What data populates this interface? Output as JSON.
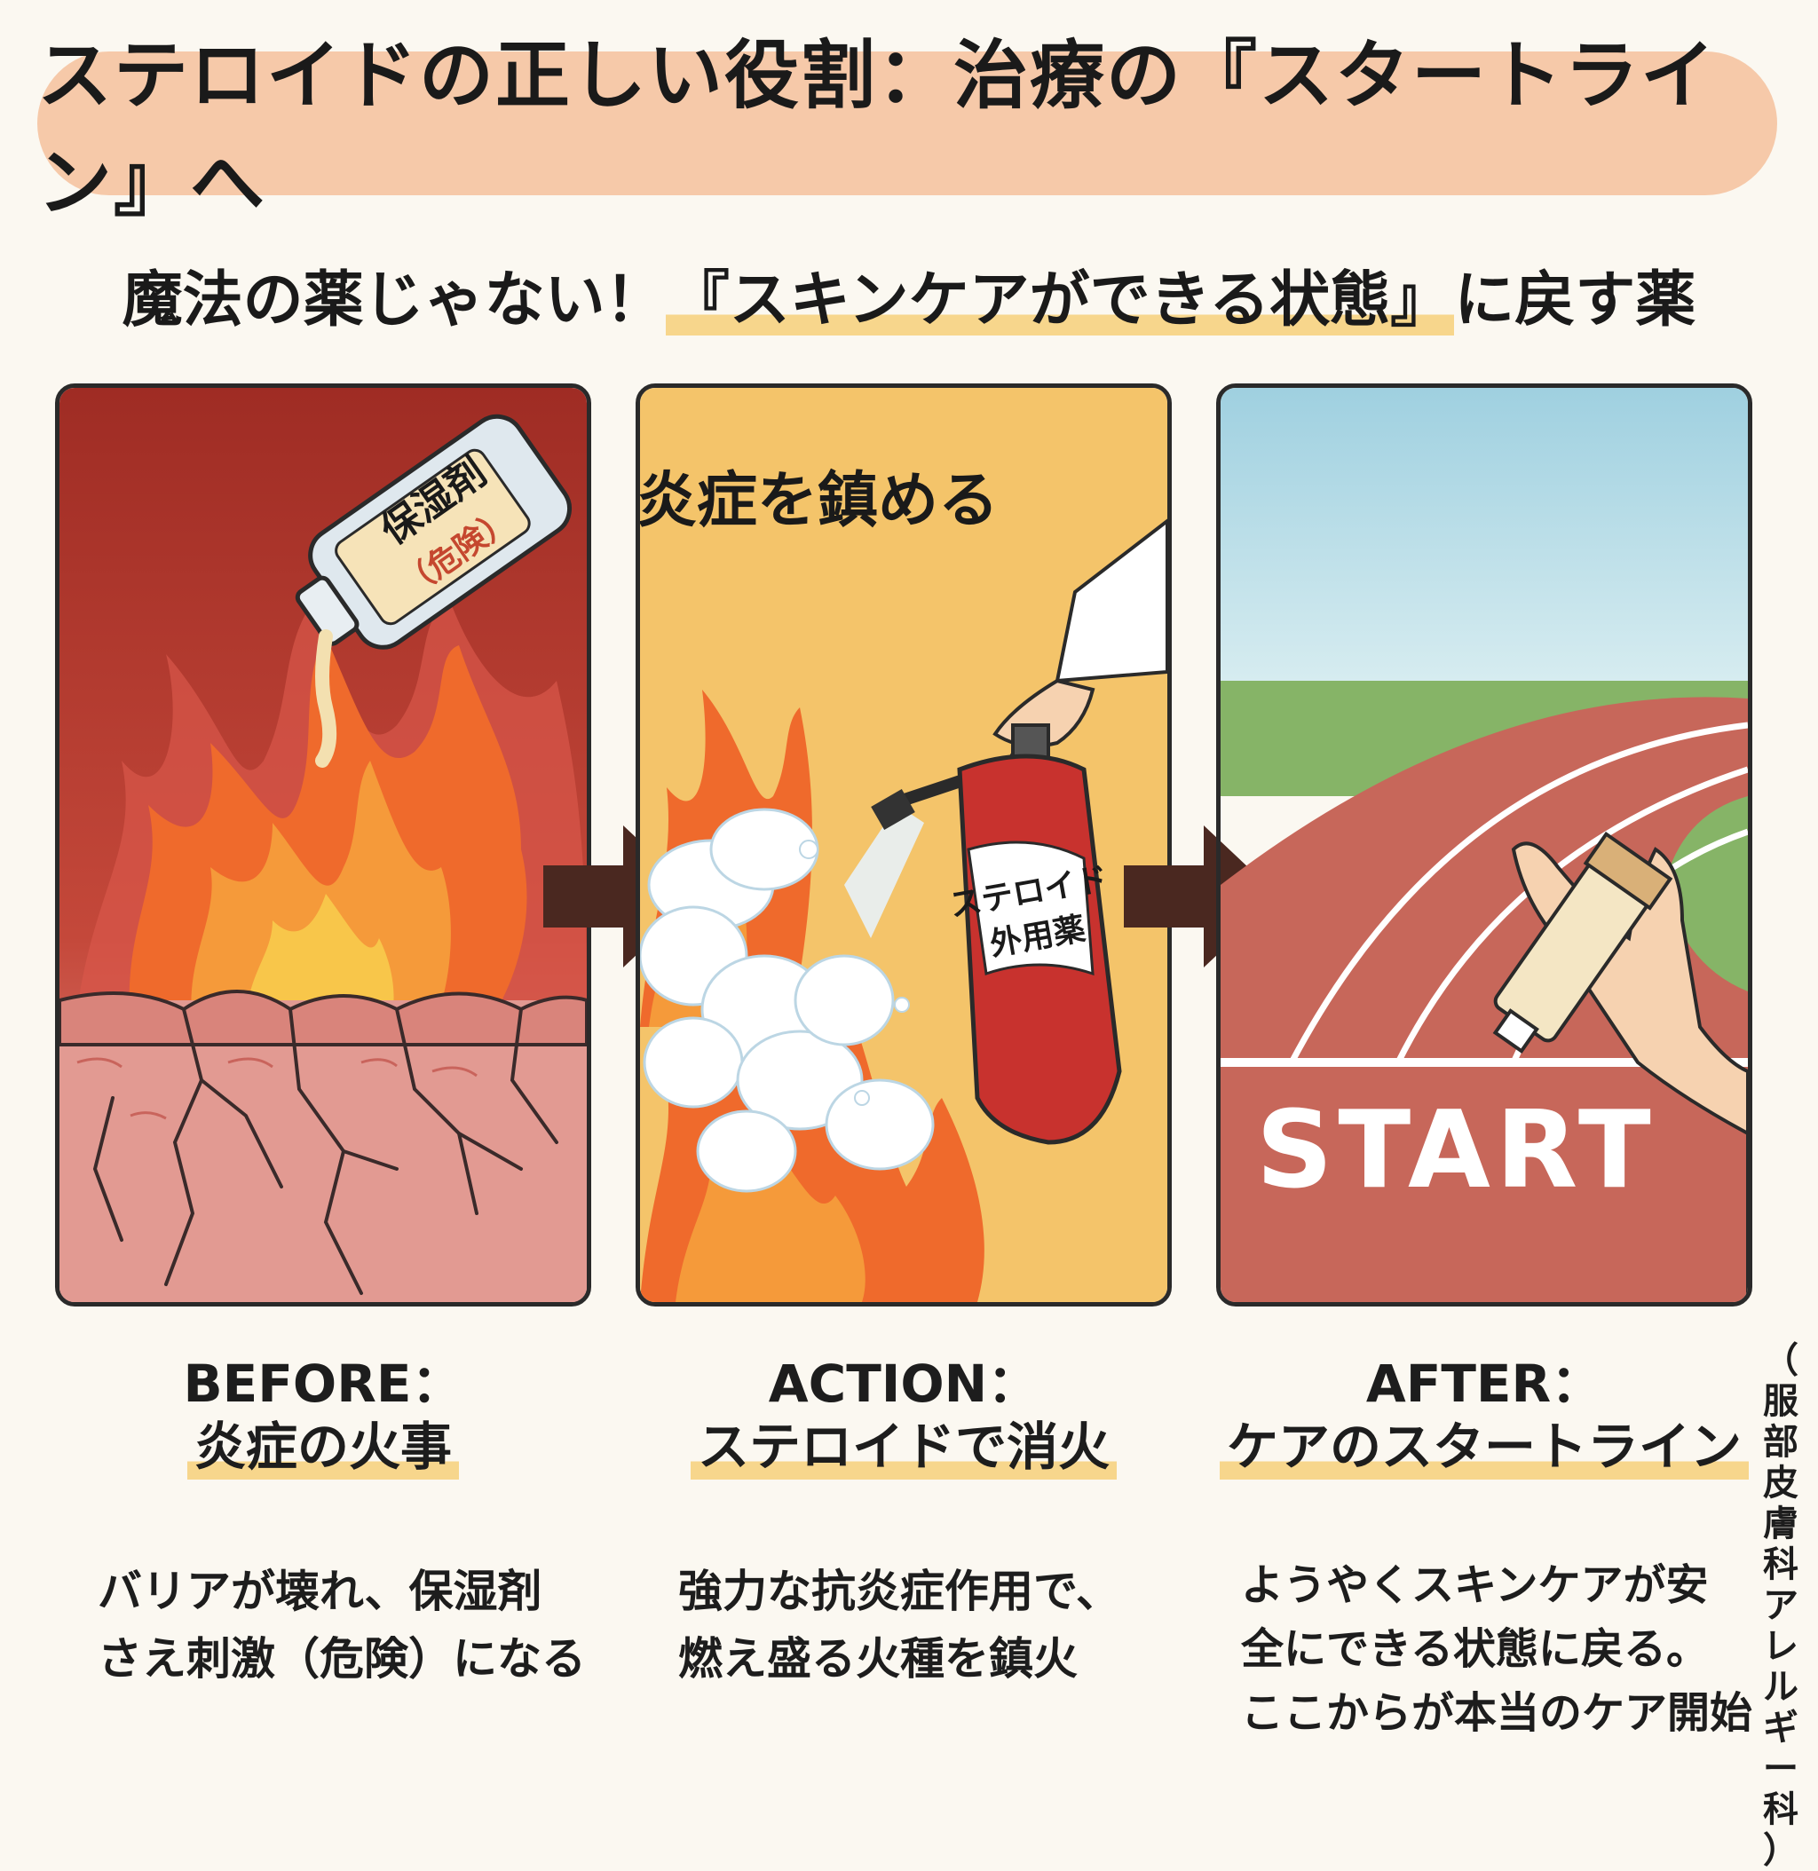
{
  "title": "ステロイドの正しい役割：治療の『スタートライン』へ",
  "subtitle": {
    "prefix": "魔法の薬じゃない！",
    "highlight": "『スキンケアができる状態』",
    "suffix": "に戻す薬"
  },
  "panels": [
    {
      "bottle_label_1": "保湿剤",
      "bottle_label_2": "（危険）",
      "heading": "BEFORE：",
      "subheading": "炎症の火事",
      "description": [
        "バリアが壊れ、保湿剤",
        "さえ刺激（危険）になる"
      ]
    },
    {
      "panel_text": "炎症を鎮める",
      "extinguisher_label_1": "ステロイド",
      "extinguisher_label_2": "外用薬",
      "heading": "ACTION：",
      "subheading": "ステロイドで消火",
      "description": [
        "強力な抗炎症作用で、",
        "燃え盛る火種を鎮火"
      ]
    },
    {
      "track_text": "START",
      "heading": "AFTER：",
      "subheading": "ケアのスタートライン",
      "description": [
        "ようやくスキンケアが安",
        "全にできる状態に戻る。",
        "ここからが本当のケア開始"
      ]
    }
  ],
  "credit": [
    "（",
    "服",
    "部",
    "皮",
    "膚",
    "科",
    "ア",
    "レ",
    "ル",
    "ギ",
    "ー",
    "科",
    "）"
  ],
  "colors": {
    "title_bg": "#f6c9a9",
    "highlight": "#f7d68c",
    "before_bg": "#b03a2e",
    "action_bg": "#f4c46a",
    "after_track": "#c7675a",
    "arrow": "#4a2820"
  }
}
